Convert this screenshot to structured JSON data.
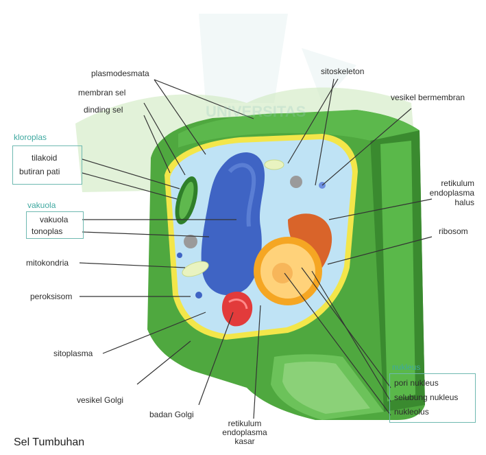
{
  "title": "Sel Tumbuhan",
  "colors": {
    "cell_wall": "#4fa83f",
    "cell_wall_dark": "#3a8a2f",
    "membrane": "#f3e64a",
    "cytoplasm": "#bfe3f5",
    "vacuole": "#3f64c4",
    "nucleus": "#f5a623",
    "golgi": "#e23b3b",
    "label_text": "#2b2b2b",
    "group_text": "#3fa8a0"
  },
  "groups": {
    "kloroplas": "kloroplas",
    "vakuola": "vakuola",
    "nukleus": "nukleus"
  },
  "labels": {
    "plasmodesmata": "plasmodesmata",
    "membran_sel": "membran sel",
    "dinding_sel": "dinding sel",
    "tilakoid": "tilakoid",
    "butiran_pati": "butiran pati",
    "vakuola": "vakuola",
    "tonoplas": "tonoplas",
    "mitokondria": "mitokondria",
    "peroksisom": "peroksisom",
    "sitoplasma": "sitoplasma",
    "vesikel_golgi": "vesikel Golgi",
    "badan_golgi": "badan Golgi",
    "retikulum_kasar_1": "retikulum",
    "retikulum_kasar_2": "endoplasma",
    "retikulum_kasar_3": "kasar",
    "sitoskeleton": "sitoskeleton",
    "vesikel_bermembran": "vesikel bermembran",
    "retikulum_halus_1": "retikulum",
    "retikulum_halus_2": "endoplasma",
    "retikulum_halus_3": "halus",
    "ribosom": "ribosom",
    "pori_nukleus": "pori nukleus",
    "selubung_nukleus": "selubung nukleus",
    "nukleolus": "nukleolus"
  }
}
